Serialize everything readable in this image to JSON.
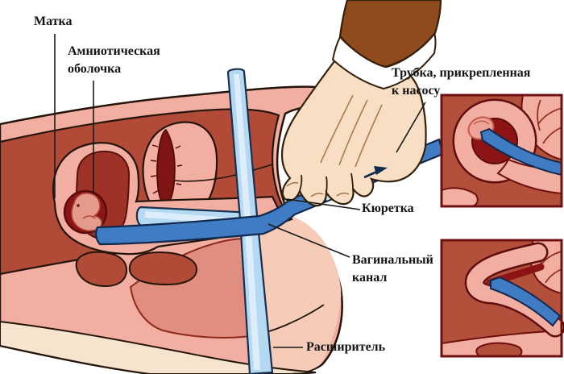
{
  "labels": {
    "uterus": "Матка",
    "amniotic": {
      "line1": "Амниотическая",
      "line2": "оболочка"
    },
    "pump_tube": {
      "line1": "Трубка, прикрепленная",
      "line2": "к насосу"
    },
    "curette": "Кюретка",
    "vaginal_canal": {
      "line1": "Вагинальный",
      "line2": "канал"
    },
    "dilator": "Расширитель"
  },
  "colors": {
    "background": "#ffffff",
    "skin_outer": "#f2aea1",
    "thigh_light": "#f6cbb8",
    "muscle": "#b14b38",
    "salmon_tissue": "#e08e7f",
    "cream_layer": "#f6e4cf",
    "uterine_cavity": "#9e3226",
    "amniotic_sac": "#8c1414",
    "embryo": "#e59a8b",
    "curette_tube": "#3f7cc4",
    "dilator_tube": "#b5d9f2",
    "hand_skin": "#f8dec2",
    "sleeve_brown": "#8f4a1e",
    "inset_background": "#b3503c",
    "inset_border": "#6e1010",
    "outline": "#241409",
    "label_text": "#141414"
  }
}
